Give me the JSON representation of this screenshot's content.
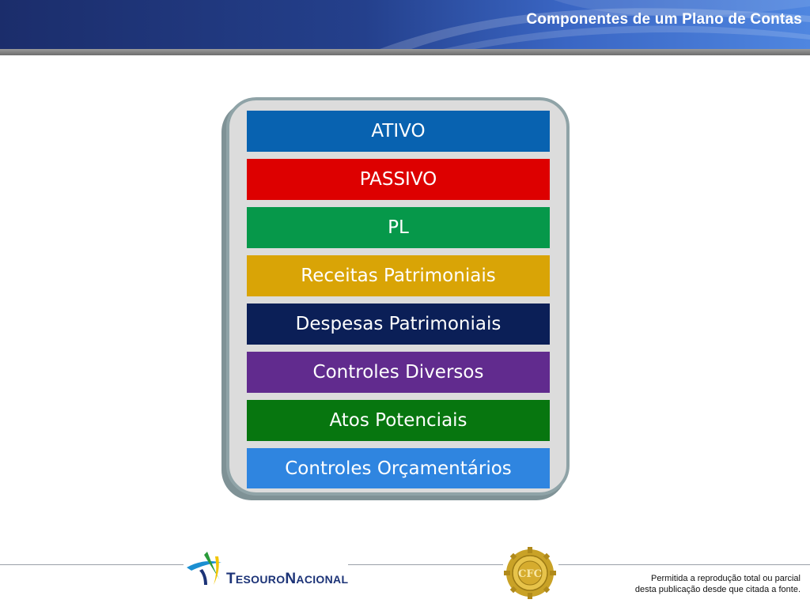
{
  "header": {
    "title": "Componentes de um Plano de Contas"
  },
  "accounts": [
    {
      "label": "ATIVO",
      "color": "#0862b0"
    },
    {
      "label": "PASSIVO",
      "color": "#dd0000"
    },
    {
      "label": "PL",
      "color": "#06984a"
    },
    {
      "label": "Receitas Patrimoniais",
      "color": "#d9a406"
    },
    {
      "label": "Despesas Patrimoniais",
      "color": "#0b1f57"
    },
    {
      "label": "Controles Diversos",
      "color": "#612b8e"
    },
    {
      "label": "Atos Potenciais",
      "color": "#07760f"
    },
    {
      "label": "Controles Orçamentários",
      "color": "#2f85e0"
    }
  ],
  "footer": {
    "tesouro_prefix_big_1": "T",
    "tesouro_rest_1": "ESOURO",
    "tesouro_prefix_big_2": "N",
    "tesouro_rest_2": "ACIONAL",
    "seal_text": "CFC",
    "permission_line1": "Permitida a reprodução total ou parcial",
    "permission_line2": "desta publicação desde que citada a fonte."
  }
}
